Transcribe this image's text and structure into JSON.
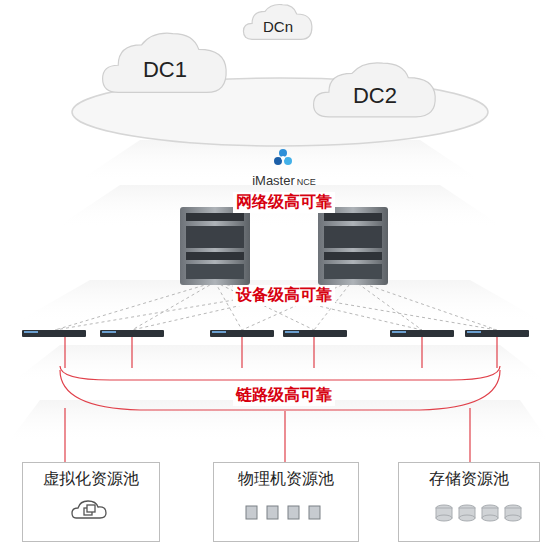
{
  "diagram": {
    "nodes": [
      {
        "text": [
          "DCn"
        ]
      },
      {
        "text": [
          "DC1"
        ]
      },
      {
        "text": [
          "DC2"
        ]
      },
      {
        "text": [
          "虚拟化资源池"
        ]
      },
      {
        "text": [
          "物理机资源池"
        ]
      },
      {
        "text": [
          "存储资源池"
        ]
      }
    ],
    "labels": [
      "iMaster",
      "NCE",
      "网络级高可靠",
      "设备级高可靠",
      "链路级高可靠"
    ]
  }
}
